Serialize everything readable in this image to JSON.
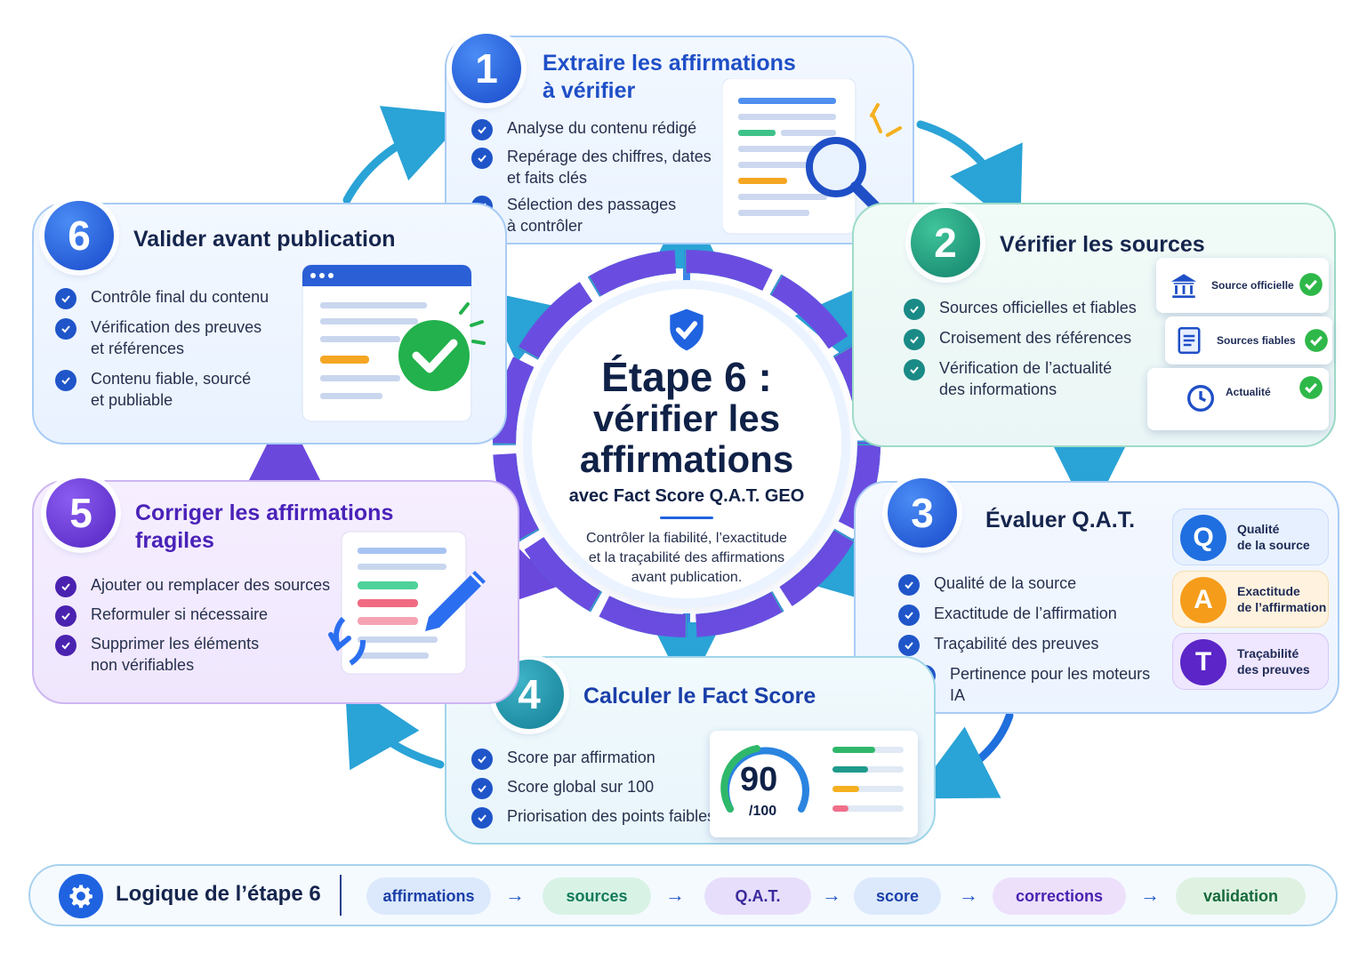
{
  "center": {
    "title_line1": "Étape 6 :",
    "title_line2": "vérifier les",
    "title_line3": "affirmations",
    "subtitle": "avec Fact Score Q.A.T. GEO",
    "desc_line1": "Contrôler la fiabilité, l’exactitude",
    "desc_line2": "et la traçabilité des affirmations",
    "desc_line3": "avant publication."
  },
  "steps": {
    "s1": {
      "number": "1",
      "title_line1": "Extraire les affirmations",
      "title_line2": "à vérifier",
      "items": [
        "Analyse du contenu rédigé",
        "Repérage des chiffres, dates",
        "et faits clés",
        "Sélection des passages",
        "à contrôler"
      ]
    },
    "s2": {
      "number": "2",
      "title": "Vérifier les sources",
      "items": [
        "Sources officielles et fiables",
        "Croisement des références",
        "Vérification de l’actualité",
        "des informations"
      ],
      "cards": [
        "Source officielle",
        "Sources fiables",
        "Actualité"
      ]
    },
    "s3": {
      "number": "3",
      "title": "Évaluer Q.A.T.",
      "items": [
        "Qualité de la source",
        "Exactitude de l’affirmation",
        "Traçabilité des preuves",
        "Pertinence pour les moteurs IA"
      ],
      "qat": [
        {
          "letter": "Q",
          "line1": "Qualité",
          "line2": "de la source"
        },
        {
          "letter": "A",
          "line1": "Exactitude",
          "line2": "de l’affirmation"
        },
        {
          "letter": "T",
          "line1": "Traçabilité",
          "line2": "des preuves"
        }
      ]
    },
    "s4": {
      "number": "4",
      "title": "Calculer le Fact Score",
      "items": [
        "Score par affirmation",
        "Score global sur 100",
        "Priorisation des points faibles"
      ],
      "score": "90",
      "score_max": "/100"
    },
    "s5": {
      "number": "5",
      "title_line1": "Corriger les affirmations",
      "title_line2": "fragiles",
      "items": [
        "Ajouter ou remplacer des sources",
        "Reformuler si nécessaire",
        "Supprimer les éléments",
        "non vérifiables"
      ]
    },
    "s6": {
      "number": "6",
      "title": "Valider avant publication",
      "items": [
        "Contrôle final du contenu",
        "Vérification des preuves",
        "et références",
        "Contenu fiable, sourcé",
        "et publiable"
      ]
    }
  },
  "logic": {
    "label": "Logique de l’étape 6",
    "pills": [
      "affirmations",
      "sources",
      "Q.A.T.",
      "score",
      "corrections",
      "validation"
    ],
    "arrow": "→"
  },
  "colors": {
    "primary": "#1f55c9",
    "green": "#1a8a6e",
    "teal": "#137f95",
    "purple": "#5426c2",
    "orange": "#f5a623"
  }
}
